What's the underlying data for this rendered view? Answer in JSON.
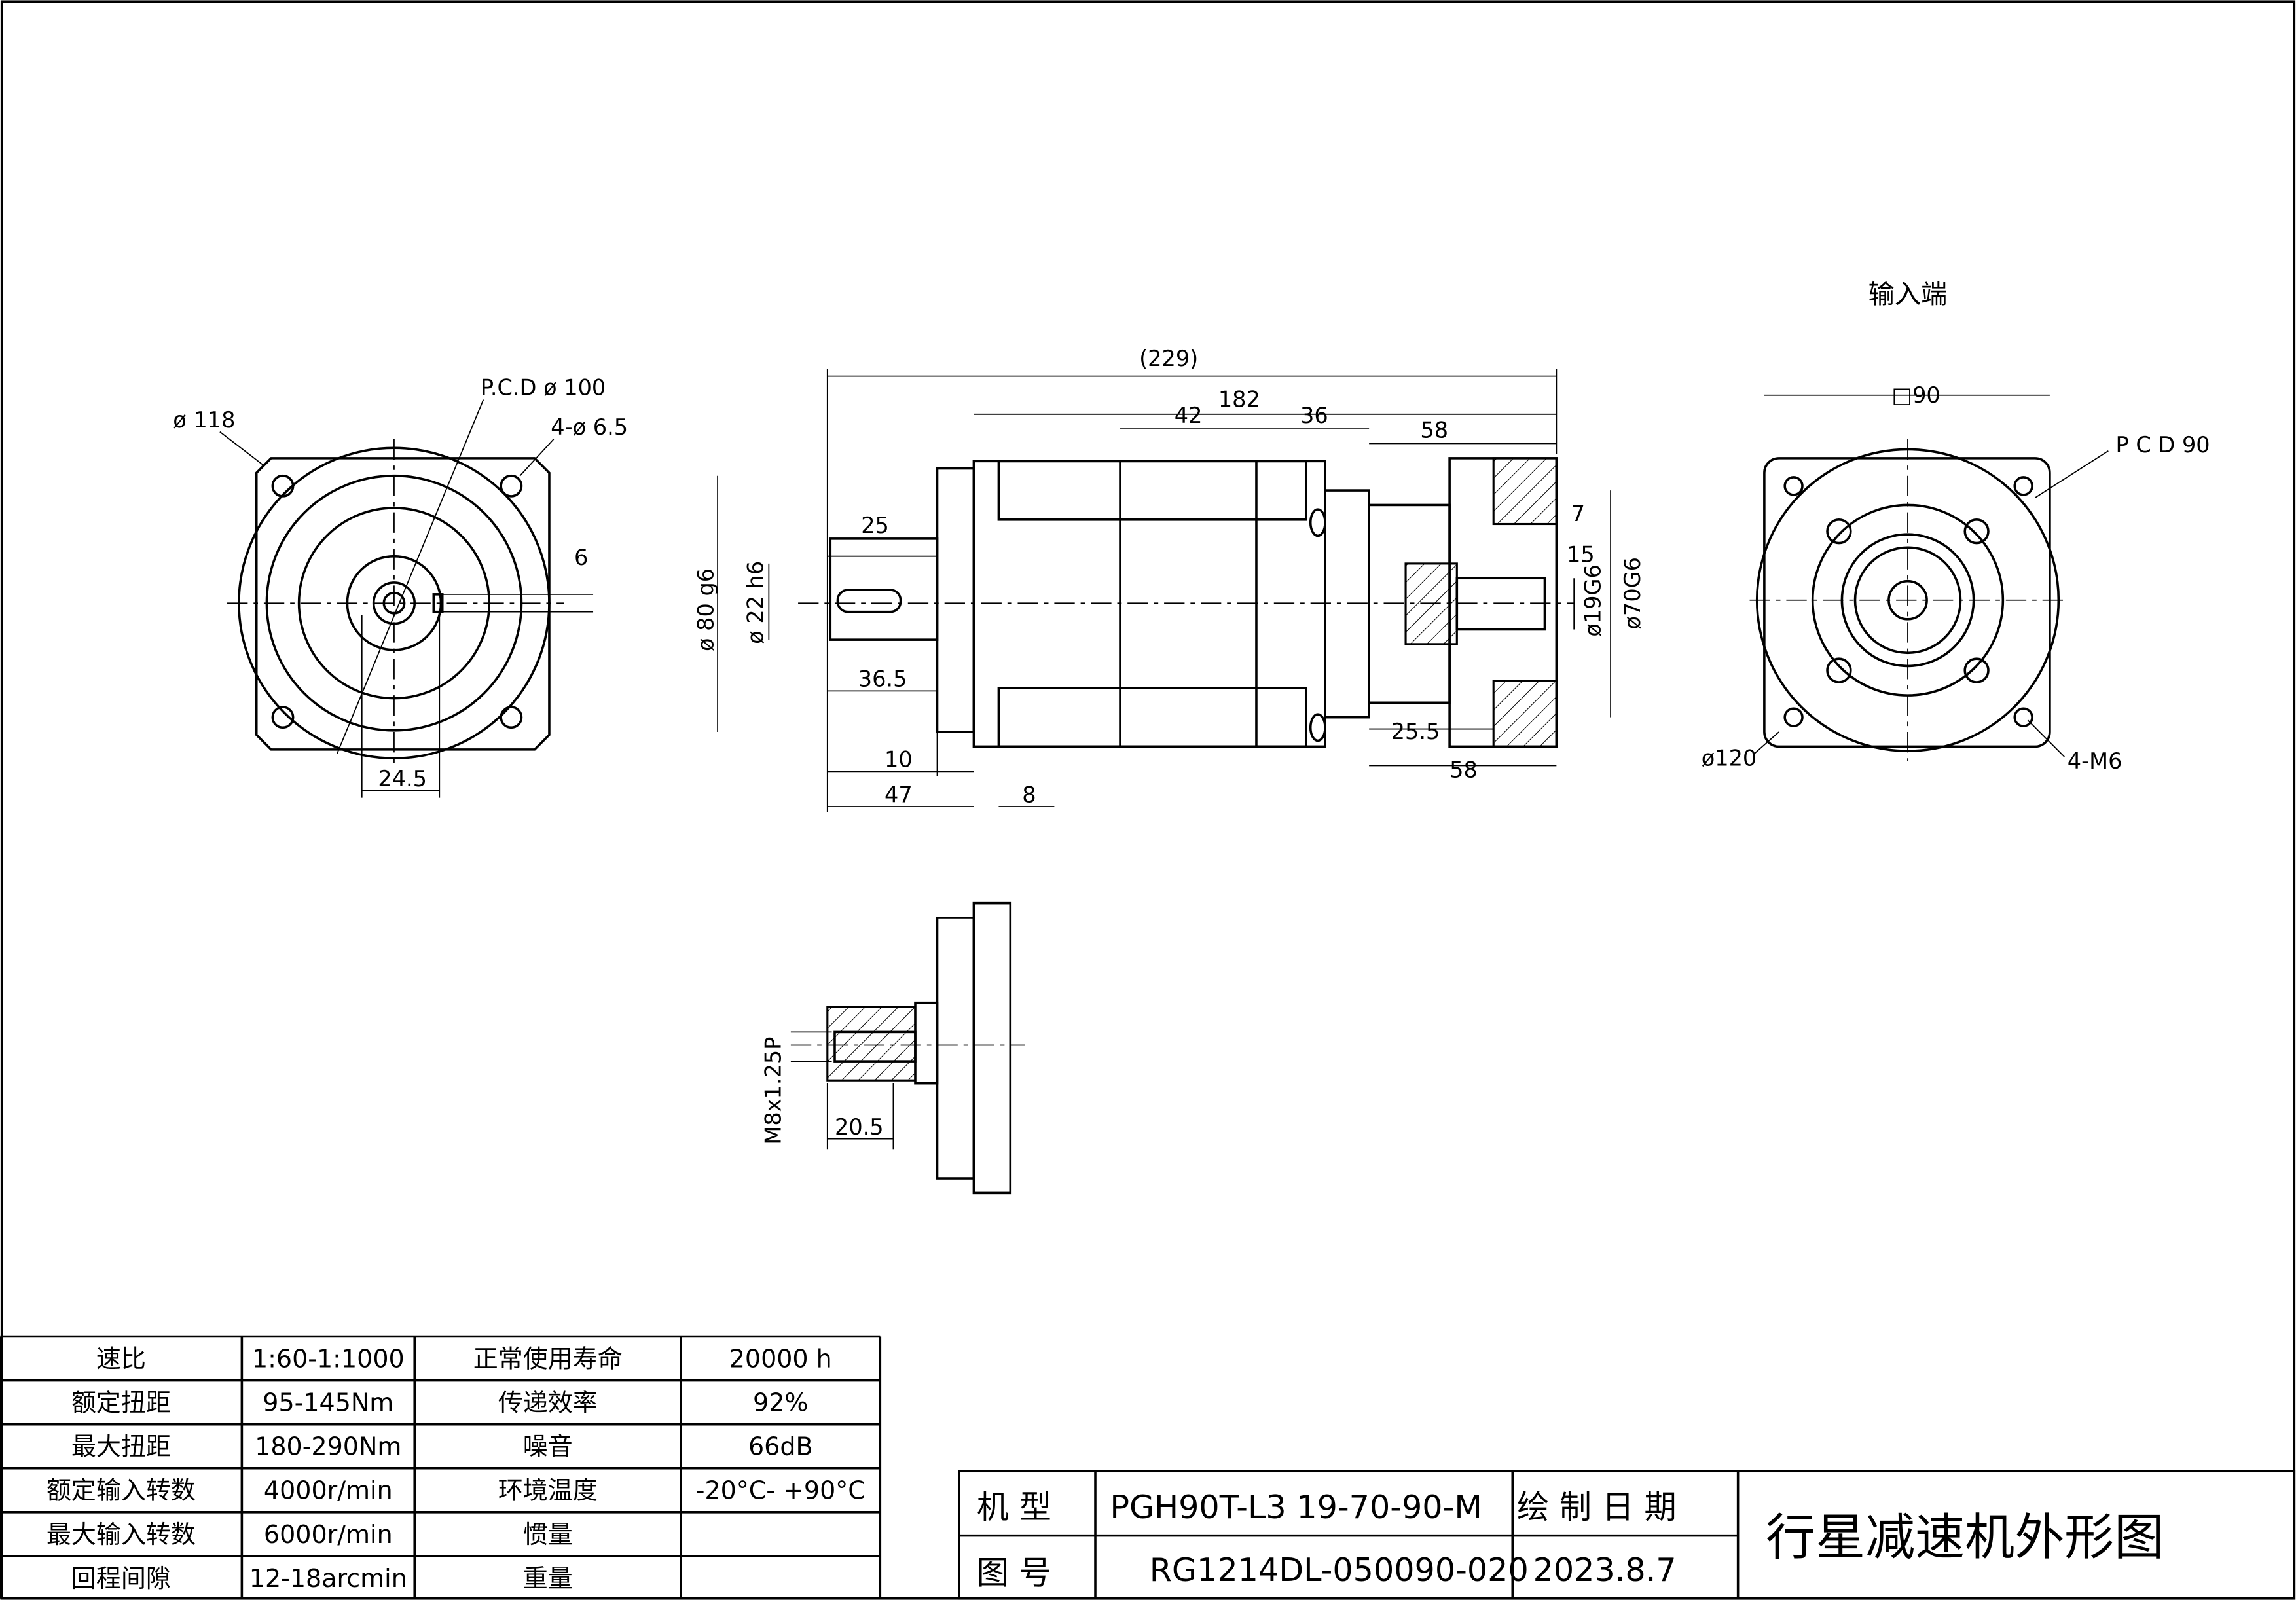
{
  "drawing": {
    "input_end_label": "输入端",
    "front_view": {
      "d118": "ø 118",
      "pcd": "P.C.D  ø 100",
      "holes": "4-ø 6.5",
      "key": "6",
      "d245": "24.5"
    },
    "side_view": {
      "total": "(229)",
      "body": "182",
      "d42": "42",
      "d36": "36",
      "d58top": "58",
      "d25": "25",
      "d365": "36.5",
      "d10": "10",
      "d47": "47",
      "d8": "8",
      "d80": "ø 80 g6",
      "d22": "ø 22 h6",
      "d7": "7",
      "d15": "15",
      "d19": "ø19G6",
      "d70": "ø70G6",
      "d255": "25.5",
      "d58bot": "58"
    },
    "input_view": {
      "sq90": "□90",
      "pcd": "P C D 90",
      "d120": "ø120",
      "m6": "4-M6"
    },
    "bottom_view": {
      "thread": "M8x1.25P",
      "d205": "20.5"
    }
  },
  "spec_table": [
    [
      "速比",
      "1:60-1:1000",
      "正常使用寿命",
      "20000  h"
    ],
    [
      "额定扭距",
      "95-145Nm",
      "传递效率",
      "92%"
    ],
    [
      "最大扭距",
      "180-290Nm",
      "噪音",
      "66dB"
    ],
    [
      "额定输入转数",
      "4000r/min",
      "环境温度",
      "-20°C-  +90°C"
    ],
    [
      "最大输入转数",
      "6000r/min",
      "惯量",
      ""
    ],
    [
      "回程间隙",
      "12-18arcmin",
      "重量",
      ""
    ]
  ],
  "title_block": {
    "model_label": "机 型",
    "model": "PGH90T-L3 19-70-90-M",
    "date_label": "绘 制 日 期",
    "drawing_no_label": "图 号",
    "drawing_no": "RG1214DL-050090-020",
    "date": "2023.8.7",
    "title": "行星减速机外形图"
  }
}
